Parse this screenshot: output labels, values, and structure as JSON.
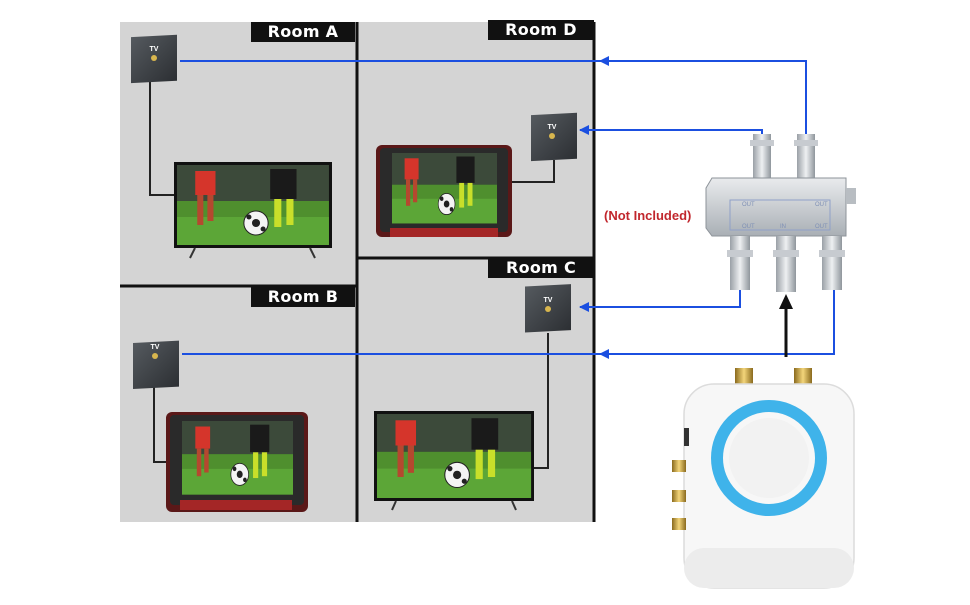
{
  "rooms": [
    {
      "id": "a",
      "label": "Room A"
    },
    {
      "id": "d",
      "label": "Room D"
    },
    {
      "id": "b",
      "label": "Room B"
    },
    {
      "id": "c",
      "label": "Room C"
    }
  ],
  "wall_plate_text": "TV",
  "splitter": {
    "note": "(Not Included)",
    "port_labels": {
      "out": "OUT",
      "in": "IN"
    }
  },
  "colors": {
    "room_bg": "#d4d4d4",
    "wire_blue": "#1b4fe0",
    "wire_black": "#222222",
    "note_red": "#c1272d",
    "receiver_ring": "#3fb3ea"
  }
}
